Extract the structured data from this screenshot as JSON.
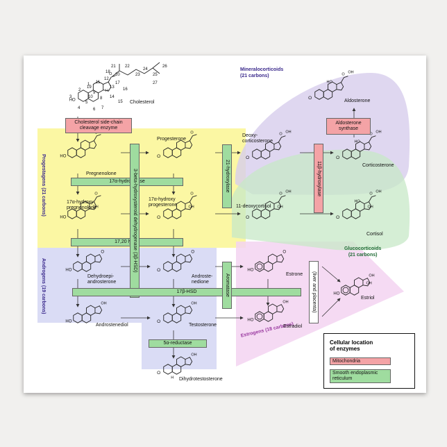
{
  "groups": {
    "mineralocorticoids": "Mineralocorticoids",
    "mineralocorticoids_carbons": "(21 carbons)",
    "glucocorticoids": "Glucocorticoids",
    "glucocorticoids_carbons": "(21 carbons)",
    "progestagens": "Progestagens (21 carbons)",
    "androgens": "Androgens (19 carbons)",
    "estrogens": "Estrogens (18 carbons)"
  },
  "compounds": {
    "cholesterol": "Cholesterol",
    "pregnenolone": "Pregnenolone",
    "progesterone": "Progesterone",
    "deoxycorticosterone": "Deoxy-\ncorticosterone",
    "corticosterone": "Corticosterone",
    "aldosterone": "Aldosterone",
    "hydroxypregnenolone": "17α-hydroxy\npregnenolone",
    "hydroxyprogesterone": "17α-hydroxy\nprogesterone",
    "deoxycortisol": "11-deoxycortisol",
    "cortisol": "Cortisol",
    "dhea": "Dehydroepi-\nandrosterone",
    "androstenedione": "Androste-\nnedione",
    "estrone": "Estrone",
    "estriol": "Estriol",
    "androstenediol": "Androstenediol",
    "testosterone": "Testosterone",
    "estradiol": "Estradiol",
    "dht": "Dihydrotestosterone"
  },
  "enzymes": {
    "scc": "Cholesterol side-chain\ncleavage enzyme",
    "hydroxylase17": "17α-hydroxylase",
    "lyase1720": "17,20 lyase",
    "hsd3b": "3-beta-hydroxysteroid dehydrogenase (3β-HSD)",
    "hydroxylase21": "21-hydroxylase",
    "hydroxylase11b": "11β-hydroxylase",
    "aldosterone_synthase": "Aldosterone\nsynthase",
    "aromatase": "Aromatase",
    "hsd17b": "17β-HSD",
    "reductase5a": "5α-reductase",
    "liver_placenta": "(liver and placenta)"
  },
  "legend": {
    "title": "Cellular location\nof enzymes",
    "mitochondria": "Mitochondria",
    "er": "Smooth endoplasmic\nreticulum"
  },
  "cholesterol_numbers": [
    "1",
    "2",
    "3",
    "4",
    "5",
    "6",
    "7",
    "8",
    "9",
    "10",
    "11",
    "12",
    "13",
    "14",
    "15",
    "16",
    "17",
    "18",
    "19",
    "20",
    "21",
    "22",
    "23",
    "24",
    "25",
    "26",
    "27"
  ],
  "atoms": {
    "oh": "OH",
    "ho": "HO",
    "h": "H",
    "o": "O"
  },
  "colors": {
    "progestagens_bg": "#fbf7a3",
    "androgens_bg": "#dadcf5",
    "estrogens_bg": "#f3d3f1",
    "mineralo_bg": "#d7cdec",
    "gluco_bg": "#c7e8c7",
    "mitochondria": "#f4a3a6",
    "er": "#9fdc9f",
    "group_text": "#3b2a8c",
    "gluco_text": "#1f6b35",
    "estro_text": "#9a3aa0"
  }
}
